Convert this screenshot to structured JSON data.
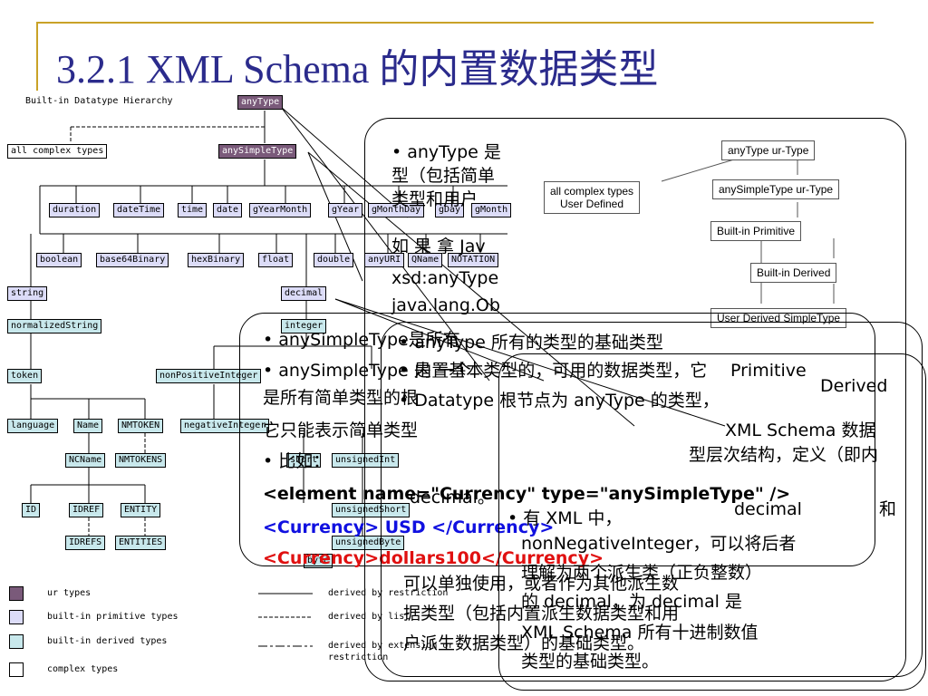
{
  "slide": {
    "title": "3.2.1  XML Schema 的内置数据类型"
  },
  "hierarchy": {
    "heading": "Built-in Datatype Hierarchy",
    "any_type": "anyType",
    "all_complex": "all complex types",
    "any_simple": "anySimpleType",
    "row_primitive_1": [
      "duration",
      "dateTime",
      "time",
      "date",
      "gYearMonth",
      "gYear",
      "gMonthDay",
      "gDay",
      "gMonth"
    ],
    "row_primitive_2": [
      "boolean",
      "base64Binary",
      "hexBinary",
      "float",
      "double",
      "anyURI",
      "QName",
      "NOTATION"
    ],
    "string": "string",
    "decimal": "decimal",
    "normalized": "normalizedString",
    "integer": "integer",
    "token": "token",
    "non_positive": "nonPositiveInteger",
    "language": "language",
    "name": "Name",
    "nmtoken": "NMTOKEN",
    "negative": "negativeInteger",
    "int": "int",
    "unsigned_int": "unsignedInt",
    "ncname": "NCName",
    "nmtokens": "NMTOKENS",
    "short": "short",
    "unsigned_short": "unsignedShort",
    "id": "ID",
    "idref": "IDREF",
    "entity": "ENTITY",
    "byte": "byte",
    "idrefs": "IDREFS",
    "entities": "ENTITIES",
    "unsigned_byte": "unsignedByte"
  },
  "legend": {
    "ur": "ur types",
    "prim": "built-in primitive types",
    "der": "built-in derived types",
    "cpx": "complex types",
    "restriction": "derived by restriction",
    "list": "derived by list",
    "ext": "derived by extension or",
    "ext2": "restriction"
  },
  "bubble1": {
    "l1": "• anyType 是",
    "l2": "型（包括简单",
    "l3": "类型和用户",
    "l4": "如 果 拿  Jav",
    "l5": "xsd:anyType",
    "l6": "java.lang.Ob"
  },
  "diagram": {
    "any_ur": "anyType ur-Type",
    "complex": "all complex types",
    "user_def": "User Defined",
    "simple_ur": "anySimpleType ur-Type",
    "builtin_prim": "Built-in Primitive",
    "builtin_der": "Built-in Derived",
    "user_derived": "User Derived SimpleType"
  },
  "bubble2": {
    "l1": "• anySimpleType是所有",
    "l2": "• anySimpleType 是 一个",
    "l3": "是所有简单类型的根",
    "l4": "它只能表示简单类型",
    "l5": "• 比如：",
    "l6": "<element name=\"Currency\" type=\"anySimpleType\" />",
    "l7": "<Currency> USD </Currency>",
    "l8": "<Currency>dollars100</Currency>"
  },
  "bubble3": {
    "l1": "• anyType 所有的类型的基础类型",
    "l2": "• 内置基本类型的，可用的数据类型，它",
    "l3": "• Datatype 根节点为 anyType 的类型，",
    "l4": "Primitive",
    "l5": "Derived",
    "l6": "XML Schema 数据",
    "l7": "型层次结构，定义（即内",
    "l8": "decimal。",
    "l9": "• 有 XML 中，",
    "l10": "decimal",
    "l11": "和",
    "l12": "nonNegativeInteger，可以将后者",
    "l13": "理解为两个派生类（正负整数）",
    "l14": "的 decimal，为 decimal 是",
    "l15": "XML Schema 所有十进制数值",
    "l16": "类型的基础类型。",
    "l17": "可以单独使用，或者作为其他派生数",
    "l18": "据类型（包括内置派生数据类型和用",
    "l19": "户派生数据类型）的基础类型。"
  }
}
